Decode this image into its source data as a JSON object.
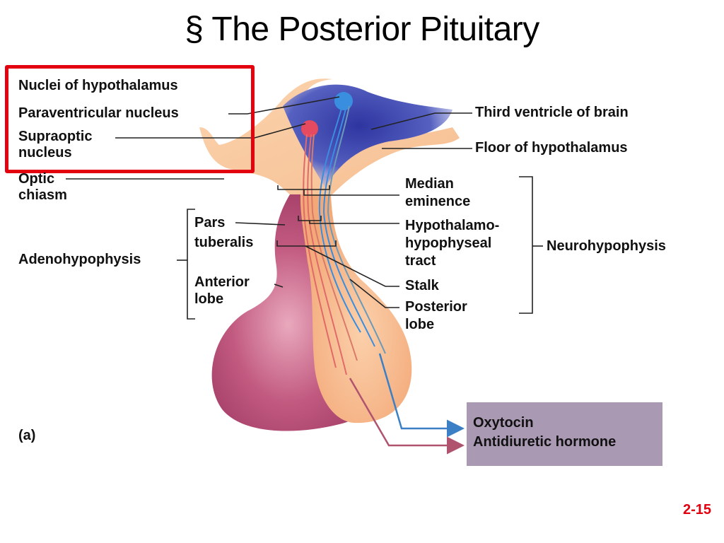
{
  "slide": {
    "title": "§ The Posterior Pituitary",
    "slide_number": "2-15",
    "panel_label": "(a)"
  },
  "highlight": {
    "color": "#e3000f",
    "labels": {
      "heading": "Nuclei of hypothalamus",
      "paraventricular": "Paraventricular nucleus",
      "supraoptic_1": "Supraoptic",
      "supraoptic_2": "nucleus"
    }
  },
  "labels_left": {
    "optic_1": "Optic",
    "optic_2": "chiasm",
    "adenohypophysis": "Adenohypophysis",
    "pars_1": "Pars",
    "pars_2": "tuberalis",
    "anterior_1": "Anterior",
    "anterior_2": "lobe"
  },
  "labels_right": {
    "third_ventricle": "Third ventricle of brain",
    "floor": "Floor of hypothalamus",
    "median_1": "Median",
    "median_2": "eminence",
    "tract_1": "Hypothalamo-",
    "tract_2": "hypophyseal",
    "tract_3": "tract",
    "stalk": "Stalk",
    "posterior_1": "Posterior",
    "posterior_2": "lobe",
    "neurohypophysis": "Neurohypophysis"
  },
  "hormones": {
    "box_color": "#a999b3",
    "items": [
      {
        "name": "Oxytocin",
        "arrow_color": "#3b7fc4"
      },
      {
        "name": "Antidiuretic hormone",
        "arrow_color": "#b0536f"
      }
    ]
  },
  "tissue_colors": {
    "hypothalamus": "#f8c9a0",
    "third_ventricle": "#3a3fa8",
    "anterior_lobe": "#b8456e",
    "posterior_lobe": "#f7b98a",
    "paraventricular_neurons": "#3a8ee0",
    "supraoptic_neurons": "#e64a60"
  }
}
